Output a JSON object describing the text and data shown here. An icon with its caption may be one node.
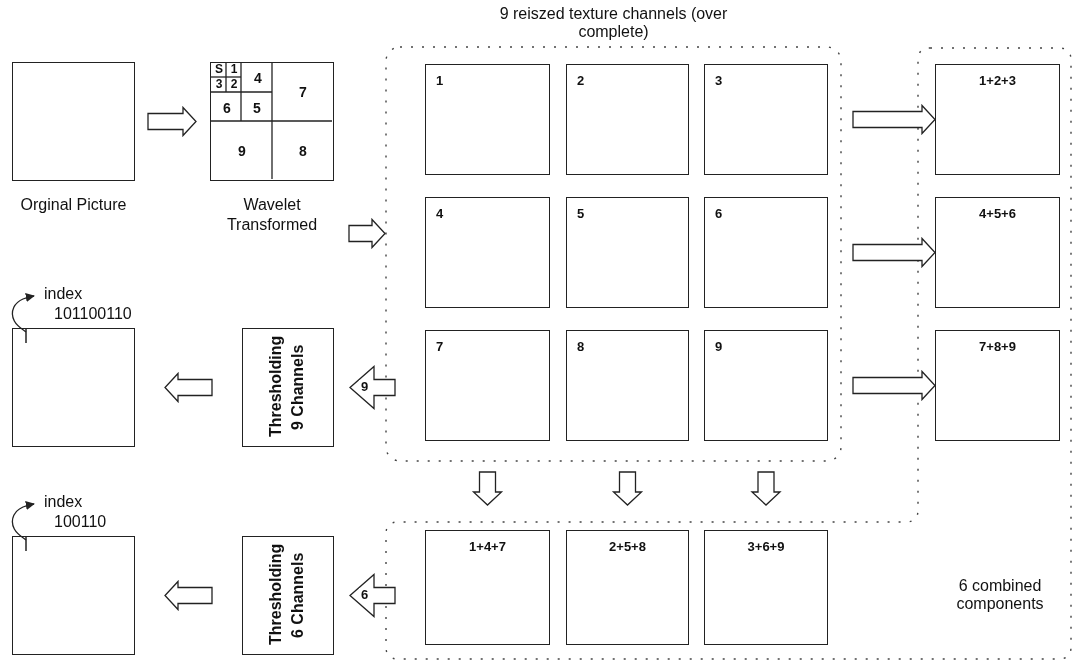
{
  "diagram": {
    "nodes": [
      {
        "text": [],
        "shape": "box",
        "beside": [
          "Orginal Picture"
        ]
      },
      {
        "text": [
          "S",
          "1",
          "3",
          "2",
          "4",
          "6",
          "5",
          "7",
          "9",
          "8"
        ],
        "beside": [
          "Wavelet Transformed"
        ]
      },
      {
        "text": [
          "9 reiszed texture channels (over complete)"
        ]
      },
      {
        "text": [
          "1"
        ],
        "in": 2
      },
      {
        "text": [
          "2"
        ],
        "in": 2
      },
      {
        "text": [
          "3"
        ],
        "in": 2
      },
      {
        "text": [
          "4"
        ],
        "in": 2
      },
      {
        "text": [
          "5"
        ],
        "in": 2
      },
      {
        "text": [
          "6"
        ],
        "in": 2
      },
      {
        "text": [
          "7"
        ],
        "in": 2
      },
      {
        "text": [
          "8"
        ],
        "in": 2
      },
      {
        "text": [
          "9"
        ],
        "in": 2
      },
      {
        "text": [
          "6 combined components"
        ]
      },
      {
        "text": [
          "1+2+3"
        ],
        "in": 12
      },
      {
        "text": [
          "4+5+6"
        ],
        "in": 12
      },
      {
        "text": [
          "7+8+9"
        ],
        "in": 12
      },
      {
        "text": [
          "1+4+7"
        ],
        "in": 12
      },
      {
        "text": [
          "2+5+8"
        ],
        "in": 12
      },
      {
        "text": [
          "3+6+9"
        ],
        "in": 12
      },
      {
        "text": [
          "Thresholding 9 Channels"
        ]
      },
      {
        "text": [
          "Thresholding 6 Channels"
        ]
      },
      {
        "text": [
          "index 101100110"
        ]
      },
      {
        "text": [],
        "shape": "box"
      },
      {
        "text": [
          "index 100110"
        ]
      },
      {
        "text": [],
        "shape": "box"
      }
    ],
    "edges": [
      {
        "from": 0,
        "to": 1,
        "arrow": "to"
      },
      {
        "from": 1,
        "to": 2,
        "arrow": "to"
      },
      {
        "from": 2,
        "to": 13,
        "arrow": "to"
      },
      {
        "from": 2,
        "to": 14,
        "arrow": "to"
      },
      {
        "from": 2,
        "to": 15,
        "arrow": "to"
      },
      {
        "from": 2,
        "to": 16,
        "arrow": "to"
      },
      {
        "from": 2,
        "to": 17,
        "arrow": "to"
      },
      {
        "from": 2,
        "to": 18,
        "arrow": "to"
      },
      {
        "from": 2,
        "to": 19,
        "arrow": "to",
        "label": "9"
      },
      {
        "from": 12,
        "to": 20,
        "arrow": "to",
        "label": "6"
      },
      {
        "from": 19,
        "to": 22,
        "arrow": "to"
      },
      {
        "from": 20,
        "to": 24,
        "arrow": "to"
      },
      {
        "from": 22,
        "to": 21,
        "arrow": "to"
      },
      {
        "from": 24,
        "to": 23,
        "arrow": "to"
      }
    ]
  }
}
